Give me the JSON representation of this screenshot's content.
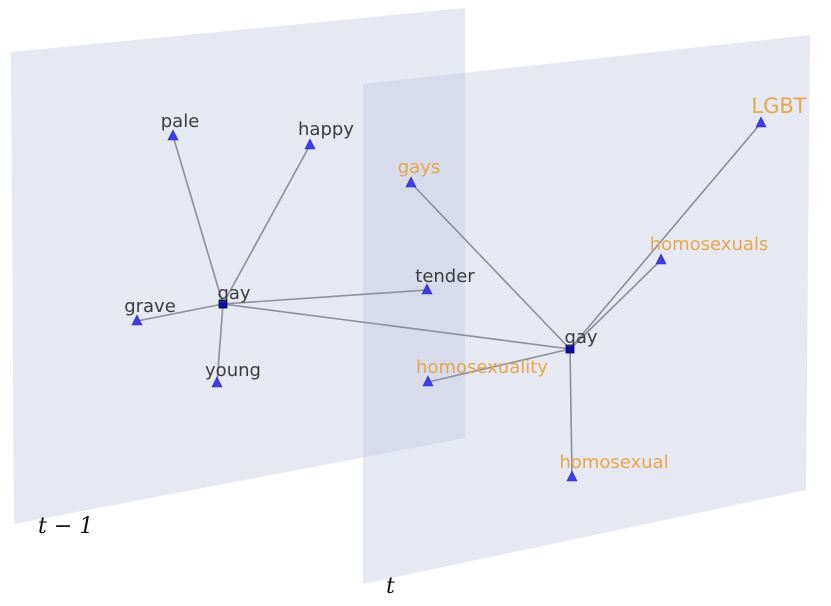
{
  "planes": {
    "previous": {
      "label": "t − 1"
    },
    "current": {
      "label": "t"
    }
  },
  "nodes": {
    "prev_center": {
      "label": "gay"
    },
    "pale": {
      "label": "pale"
    },
    "happy": {
      "label": "happy"
    },
    "grave": {
      "label": "grave"
    },
    "young": {
      "label": "young"
    },
    "tender": {
      "label": "tender"
    },
    "curr_center": {
      "label": "gay"
    },
    "gays": {
      "label": "gays"
    },
    "lgbt": {
      "label": "LGBT"
    },
    "homosexuals": {
      "label": "homosexuals"
    },
    "homosexuality": {
      "label": "homosexuality"
    },
    "homosexual": {
      "label": "homosexual"
    }
  },
  "colors": {
    "plane": "#c3c9e0",
    "edge": "#8c8f9a",
    "triangle_node": "#3d3dea",
    "center_node": "#0d0d9e",
    "previous_neighbor_text": "#3c3c3c",
    "new_neighbor_text": "#e8a64a"
  }
}
